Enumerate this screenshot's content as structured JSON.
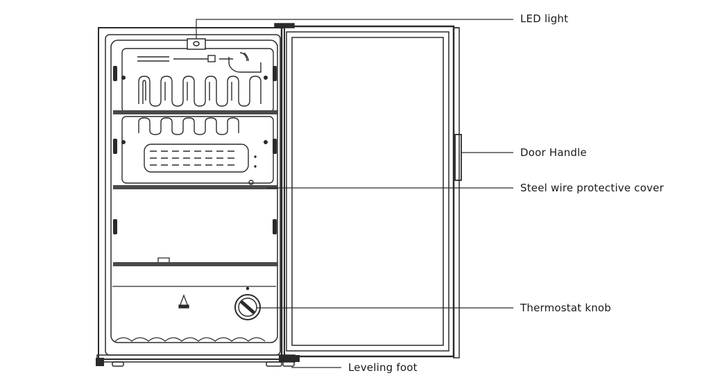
{
  "callouts": {
    "led_light": "LED light",
    "door_handle": "Door Handle",
    "steel_wire_cover": "Steel wire protective cover",
    "thermostat_knob": "Thermostat knob",
    "leveling_foot": "Leveling foot"
  },
  "colors": {
    "line": "#2a2a2a",
    "shelf": "#4a4a4a",
    "background": "#ffffff"
  }
}
